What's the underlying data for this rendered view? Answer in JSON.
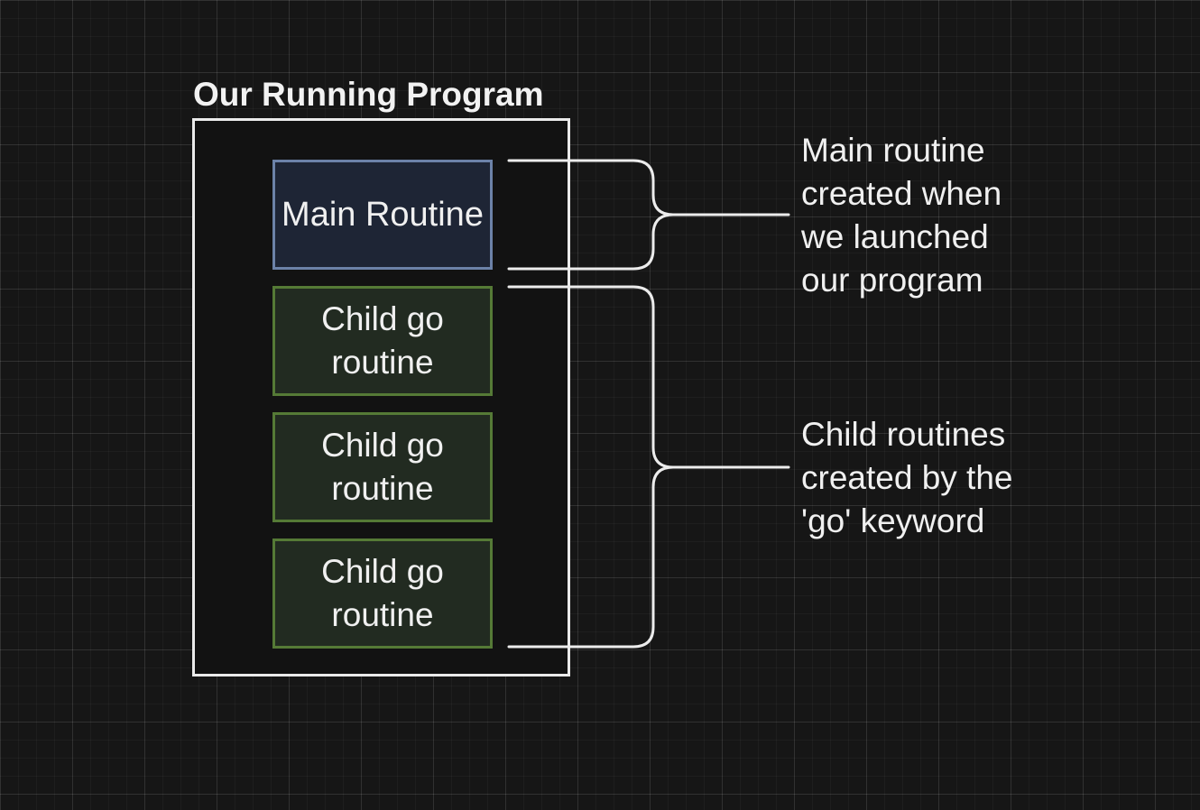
{
  "diagram": {
    "program_title": "Our Running Program",
    "main_routine": {
      "label": "Main Routine",
      "border_color": "#6c82a8",
      "fill_color": "#1e2535"
    },
    "child_routines": [
      {
        "label": "Child go\nroutine"
      },
      {
        "label": "Child go\nroutine"
      },
      {
        "label": "Child go\nroutine"
      }
    ],
    "child_style": {
      "border_color": "#557a36",
      "fill_color": "#222b21"
    },
    "annotations": {
      "main": "Main routine\ncreated when\nwe launched\nour program",
      "children": "Child routines\ncreated by the\n'go' keyword"
    }
  }
}
